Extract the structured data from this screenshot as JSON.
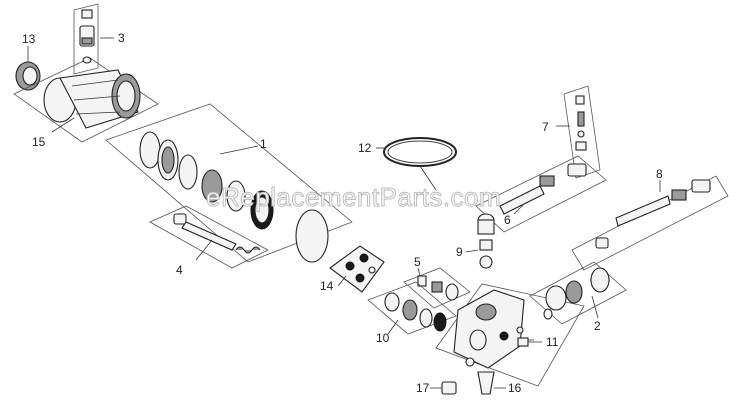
{
  "diagram": {
    "watermark": "eReplacementParts.com",
    "callouts": [
      {
        "id": "1",
        "label": "1"
      },
      {
        "id": "2",
        "label": "2"
      },
      {
        "id": "3",
        "label": "3"
      },
      {
        "id": "4",
        "label": "4"
      },
      {
        "id": "5",
        "label": "5"
      },
      {
        "id": "6",
        "label": "6"
      },
      {
        "id": "7",
        "label": "7"
      },
      {
        "id": "8",
        "label": "8"
      },
      {
        "id": "9",
        "label": "9"
      },
      {
        "id": "10",
        "label": "10"
      },
      {
        "id": "11",
        "label": "11"
      },
      {
        "id": "12",
        "label": "12"
      },
      {
        "id": "13",
        "label": "13"
      },
      {
        "id": "14",
        "label": "14"
      },
      {
        "id": "15",
        "label": "15"
      },
      {
        "id": "16",
        "label": "16"
      },
      {
        "id": "17",
        "label": "17"
      }
    ]
  }
}
